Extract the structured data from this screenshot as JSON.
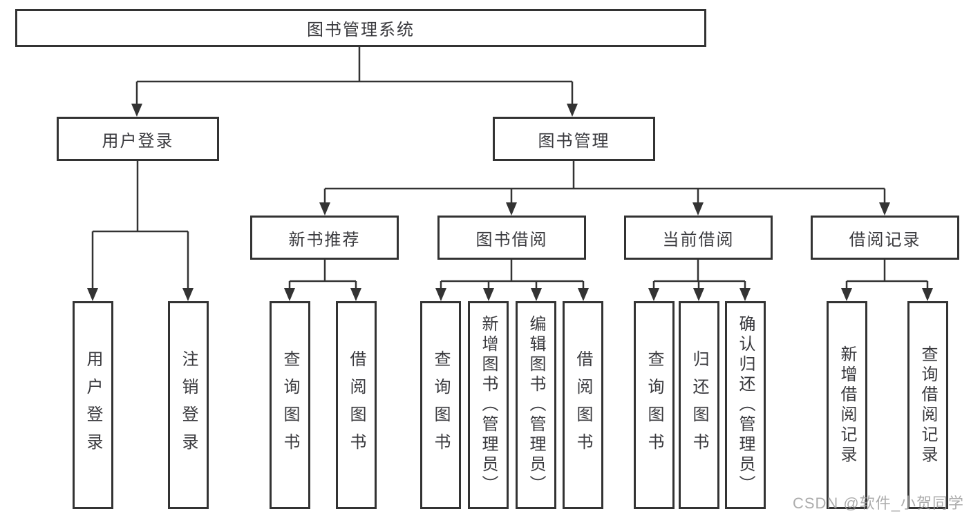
{
  "diagram": {
    "title": "图书管理系统",
    "level2": [
      {
        "label": "用户登录"
      },
      {
        "label": "图书管理"
      }
    ],
    "level3": [
      {
        "label": "新书推荐",
        "parent": "图书管理"
      },
      {
        "label": "图书借阅",
        "parent": "图书管理"
      },
      {
        "label": "当前借阅",
        "parent": "图书管理"
      },
      {
        "label": "借阅记录",
        "parent": "图书管理"
      }
    ],
    "leaves": [
      {
        "label": "用户登录",
        "parent": "用户登录"
      },
      {
        "label": "注销登录",
        "parent": "用户登录"
      },
      {
        "label": "查询图书",
        "parent": "新书推荐"
      },
      {
        "label": "借阅图书",
        "parent": "新书推荐"
      },
      {
        "label": "查询图书",
        "parent": "图书借阅"
      },
      {
        "label": "新增图书（管理员）",
        "parent": "图书借阅"
      },
      {
        "label": "编辑图书（管理员）",
        "parent": "图书借阅"
      },
      {
        "label": "借阅图书",
        "parent": "图书借阅"
      },
      {
        "label": "查询图书",
        "parent": "当前借阅"
      },
      {
        "label": "归还图书",
        "parent": "当前借阅"
      },
      {
        "label": "确认归还（管理员）",
        "parent": "当前借阅"
      },
      {
        "label": "新增借阅记录",
        "parent": "借阅记录"
      },
      {
        "label": "查询借阅记录",
        "parent": "借阅记录"
      }
    ],
    "watermark": "CSDN @软件_小贺同学",
    "colors": {
      "line": "#333333",
      "text": "#3a3a3e",
      "watermark": "#9e9e9e",
      "background": "#ffffff"
    }
  }
}
